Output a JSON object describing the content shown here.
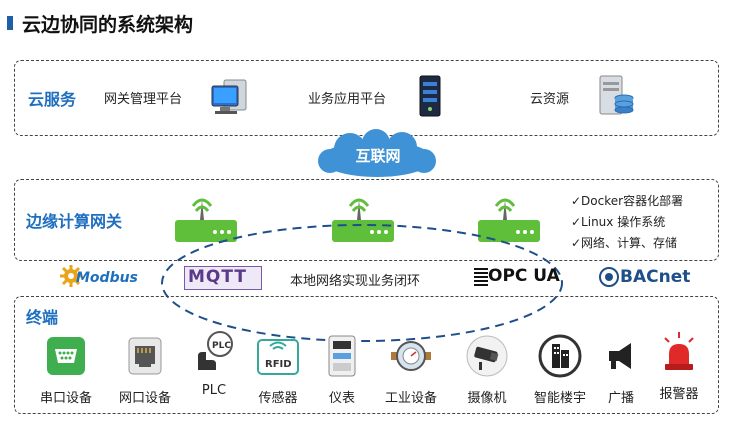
{
  "title": "云边协同的系统架构",
  "cloud": {
    "label": "云服务",
    "items": [
      {
        "label": "网关管理平台",
        "icon": "computer-icon"
      },
      {
        "label": "业务应用平台",
        "icon": "server-icon"
      },
      {
        "label": "云资源",
        "icon": "database-icon"
      }
    ]
  },
  "internet": {
    "label": "互联网"
  },
  "edge": {
    "label": "边缘计算网关",
    "features": [
      "✓Docker容器化部署",
      "✓Linux 操作系统",
      "✓网络、计算、存储"
    ]
  },
  "protocols": {
    "modbus": "Modbus",
    "mqtt": "MQTT",
    "local_loop": "本地网络实现业务闭环",
    "opcua": "OPC UA",
    "bacnet": "BACnet"
  },
  "terminal": {
    "label": "终端",
    "items": [
      {
        "label": "串口设备",
        "icon": "serial-port-icon"
      },
      {
        "label": "网口设备",
        "icon": "ethernet-port-icon"
      },
      {
        "label": "PLC",
        "icon": "plc-touch-icon"
      },
      {
        "label": "传感器",
        "icon": "rfid-sensor-icon"
      },
      {
        "label": "仪表",
        "icon": "meter-icon"
      },
      {
        "label": "工业设备",
        "icon": "water-meter-icon"
      },
      {
        "label": "摄像机",
        "icon": "camera-icon"
      },
      {
        "label": "智能楼宇",
        "icon": "building-icon"
      },
      {
        "label": "广播",
        "icon": "megaphone-icon"
      },
      {
        "label": "报警器",
        "icon": "alarm-light-icon"
      }
    ]
  },
  "colors": {
    "accent": "#1f6fc0",
    "router_green": "#5fbf3a",
    "cloud_blue": "#3f92d6"
  }
}
